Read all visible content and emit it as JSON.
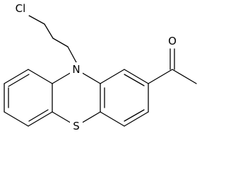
{
  "molecule": {
    "atoms": {
      "chlorine": "Cl",
      "nitrogen": "N",
      "sulfur": "S",
      "oxygen": "O"
    }
  },
  "colors": {
    "bond": "#000000",
    "background": "#ffffff"
  }
}
